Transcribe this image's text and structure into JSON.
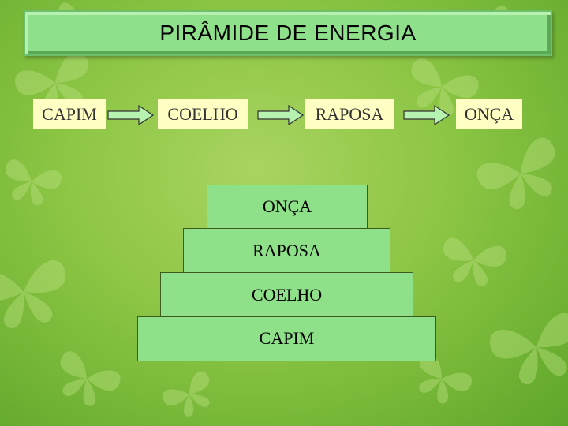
{
  "title": "PIRÂMIDE DE ENERGIA",
  "food_chain": [
    "CAPIM",
    "COELHO",
    "RAPOSA",
    "ONÇA"
  ],
  "pyramid_levels": [
    "ONÇA",
    "RAPOSA",
    "COELHO",
    "CAPIM"
  ],
  "colors": {
    "background": "#8cc544",
    "title_fill": "#8fe08a",
    "label_fill": "#ffffc4",
    "pyramid_fill": "#8ee089",
    "arrow_fill": "#b6f2b0"
  },
  "icons": [
    "butterfly-icon",
    "arrow-right-icon"
  ]
}
